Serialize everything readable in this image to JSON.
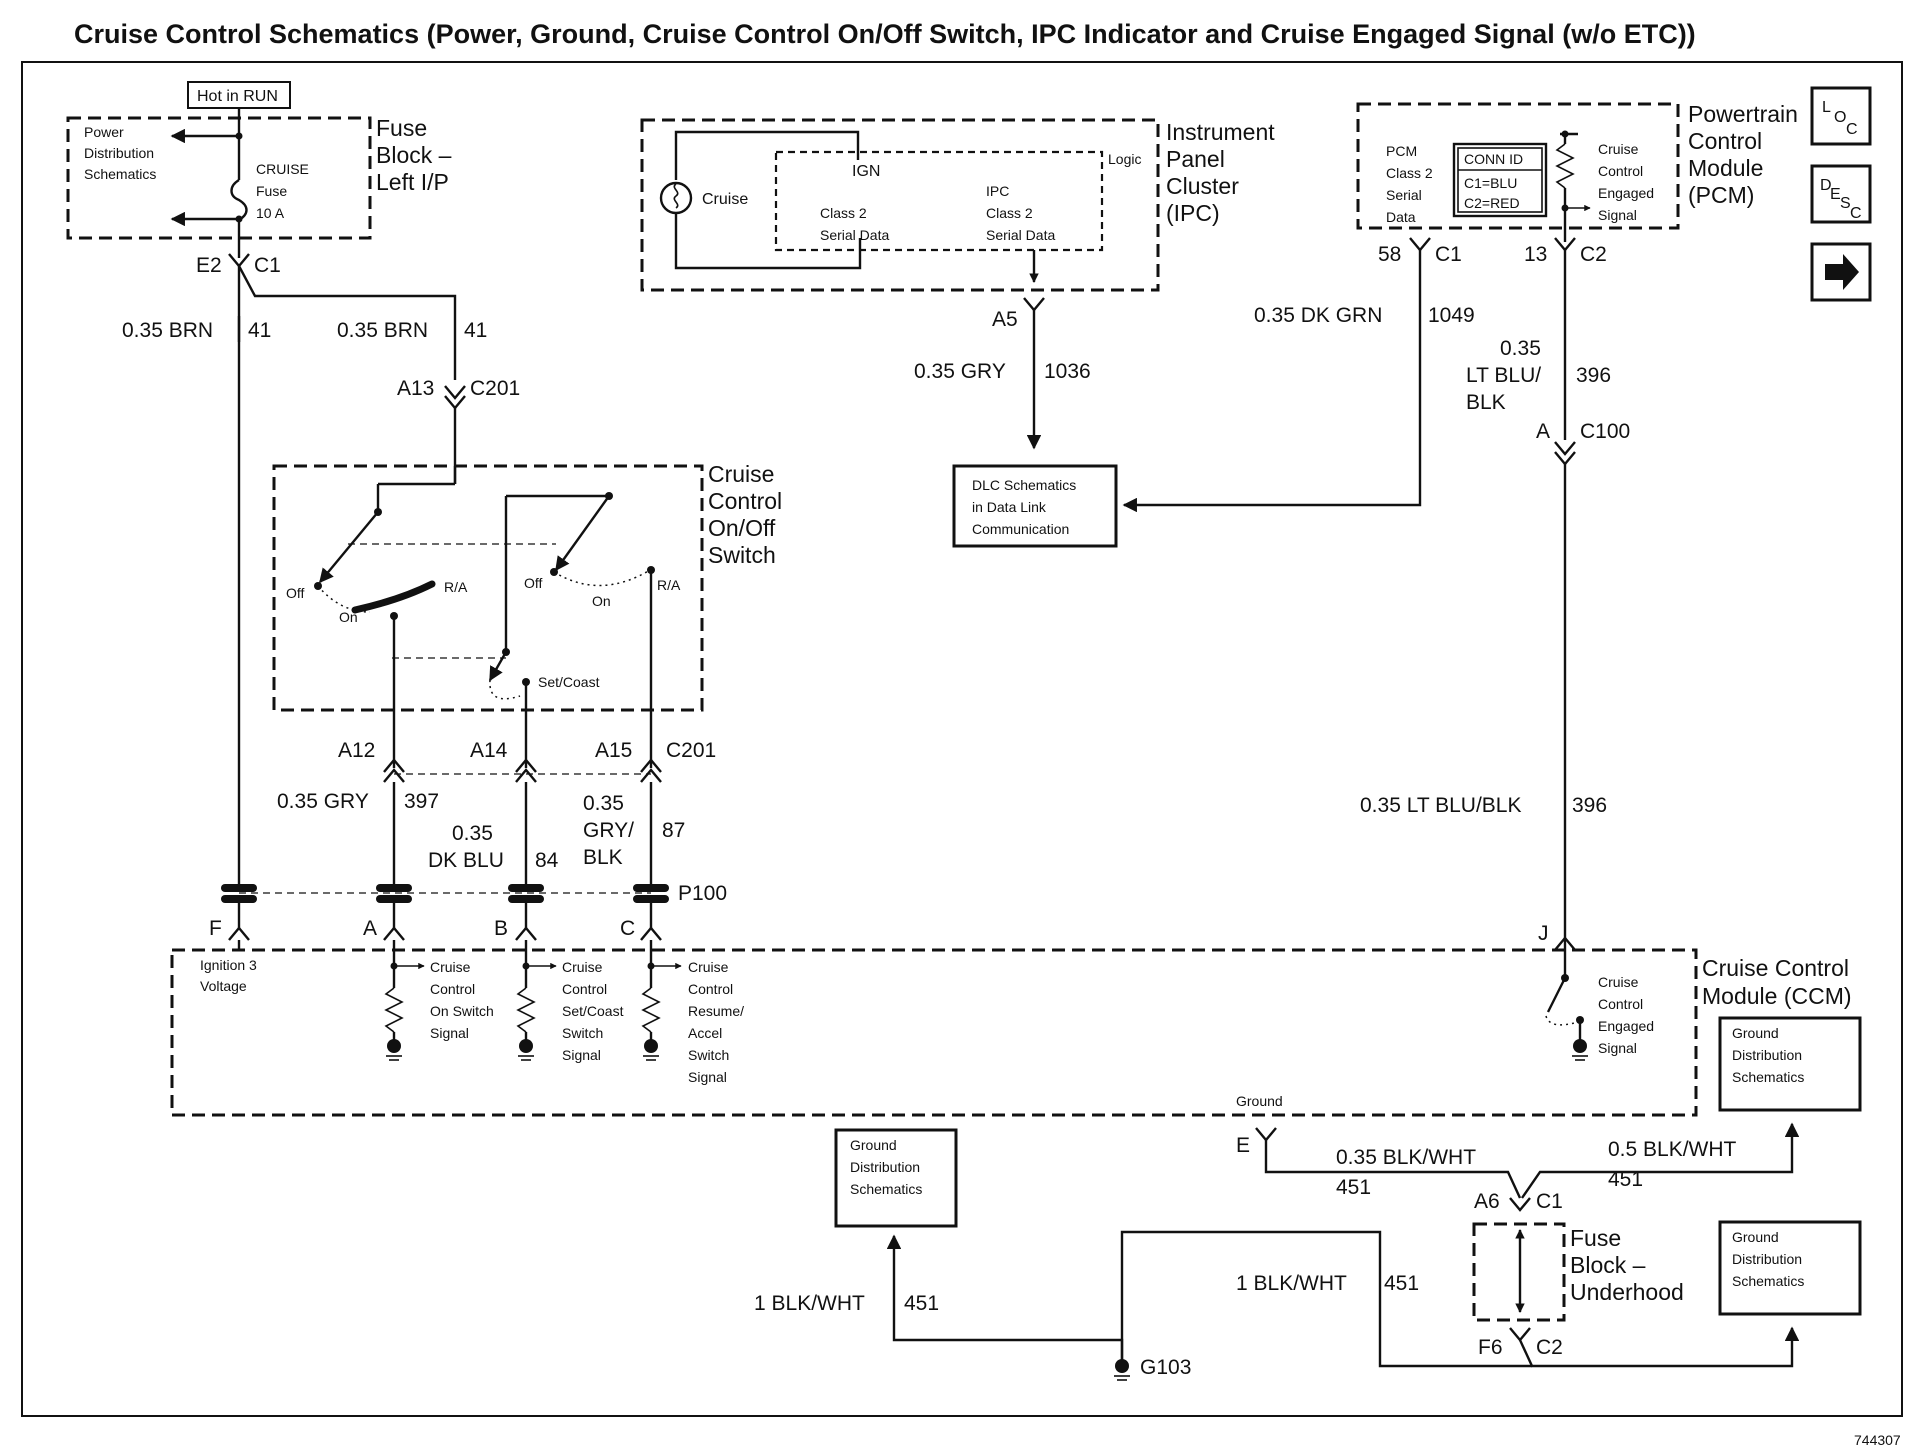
{
  "title": "Cruise Control Schematics (Power, Ground, Cruise Control On/Off Switch, IPC Indicator and Cruise Engaged Signal (w/o ETC))",
  "figure_number": "744307",
  "nav_buttons": {
    "loc": "LOC",
    "desc": "DESC",
    "next_arrow_icon": "right-arrow-icon"
  },
  "hot_in_run": "Hot in RUN",
  "fuse_block_left": {
    "name_lines": [
      "Fuse",
      "Block –",
      "Left I/P"
    ],
    "power_dist_lines": [
      "Power",
      "Distribution",
      "Schematics"
    ],
    "fuse_lines": [
      "CRUISE",
      "Fuse",
      "10 A"
    ],
    "pins": {
      "left": "E2",
      "conn": "C1"
    }
  },
  "ipc": {
    "name_lines": [
      "Instrument",
      "Panel",
      "Cluster",
      "(IPC)"
    ],
    "cruise": "Cruise",
    "ign": "IGN",
    "logic": "Logic",
    "class2_lines": [
      "Class 2",
      "Serial Data"
    ],
    "ipc_class2_lines": [
      "IPC",
      "Class 2",
      "Serial Data"
    ],
    "pin": "A5"
  },
  "pcm": {
    "name_lines": [
      "Powertrain",
      "Control",
      "Module",
      "(PCM)"
    ],
    "serial_lines": [
      "PCM",
      "Class 2",
      "Serial",
      "Data"
    ],
    "conn_id_lines": [
      "CONN ID",
      "C1=BLU",
      "C2=RED"
    ],
    "engaged_lines": [
      "Cruise",
      "Control",
      "Engaged",
      "Signal"
    ],
    "pin1": "58",
    "conn1": "C1",
    "pin2": "13",
    "conn2": "C2"
  },
  "wires": {
    "brn_left": {
      "label": "0.35 BRN",
      "circuit": "41"
    },
    "brn_right": {
      "label": "0.35 BRN",
      "circuit": "41"
    },
    "gry_1036": {
      "label": "0.35 GRY",
      "circuit": "1036"
    },
    "dkgrn": {
      "label": "0.35 DK GRN",
      "circuit": "1049"
    },
    "ltblu_top": {
      "label_lines": [
        "0.35",
        "LT BLU/",
        "BLK"
      ],
      "circuit": "396"
    },
    "ltblu_mid": {
      "label": "0.35 LT BLU/BLK",
      "circuit": "396"
    },
    "gry_397": {
      "label": "0.35 GRY",
      "circuit": "397"
    },
    "dkblu": {
      "label_lines": [
        "0.35",
        "DK BLU"
      ],
      "circuit": "84"
    },
    "grybl": {
      "label_lines": [
        "0.35",
        "GRY/",
        "BLK"
      ],
      "circuit": "87"
    },
    "blkwht_035": {
      "label": "0.35 BLK/WHT",
      "circuit": "451"
    },
    "blkwht_05": {
      "label": "0.5 BLK/WHT",
      "circuit": "451"
    },
    "blkwht_1_left": {
      "label": "1 BLK/WHT",
      "circuit": "451"
    },
    "blkwht_1_right": {
      "label": "1 BLK/WHT",
      "circuit": "451"
    }
  },
  "connectors": {
    "a13": "A13",
    "c201": "C201",
    "a12": "A12",
    "a14": "A14",
    "a15": "A15",
    "c201b": "C201",
    "p100": "P100",
    "c100_pin": "A",
    "c100": "C100",
    "f": "F",
    "a": "A",
    "b": "B",
    "c": "C",
    "j": "J",
    "e": "E",
    "a6": "A6",
    "c1": "C1",
    "f6": "F6",
    "c2": "C2"
  },
  "switch": {
    "name_lines": [
      "Cruise",
      "Control",
      "On/Off",
      "Switch"
    ],
    "off1": "Off",
    "on1": "On",
    "ra1": "R/A",
    "off2": "Off",
    "on2": "On",
    "ra2": "R/A",
    "set_coast": "Set/Coast"
  },
  "dlc_lines": [
    "DLC Schematics",
    "in Data Link",
    "Communication"
  ],
  "ccm": {
    "name_lines": [
      "Cruise Control",
      "Module (CCM)"
    ],
    "ign3_lines": [
      "Ignition 3",
      "Voltage"
    ],
    "on_switch_lines": [
      "Cruise",
      "Control",
      "On Switch",
      "Signal"
    ],
    "set_coast_lines": [
      "Cruise",
      "Control",
      "Set/Coast",
      "Switch",
      "Signal"
    ],
    "resume_lines": [
      "Cruise",
      "Control",
      "Resume/",
      "Accel",
      "Switch",
      "Signal"
    ],
    "engaged_lines": [
      "Cruise",
      "Control",
      "Engaged",
      "Signal"
    ],
    "ground": "Ground"
  },
  "ground_dist_lines": [
    "Ground",
    "Distribution",
    "Schematics"
  ],
  "fuse_block_underhood_lines": [
    "Fuse",
    "Block –",
    "Underhood"
  ],
  "g103": "G103"
}
